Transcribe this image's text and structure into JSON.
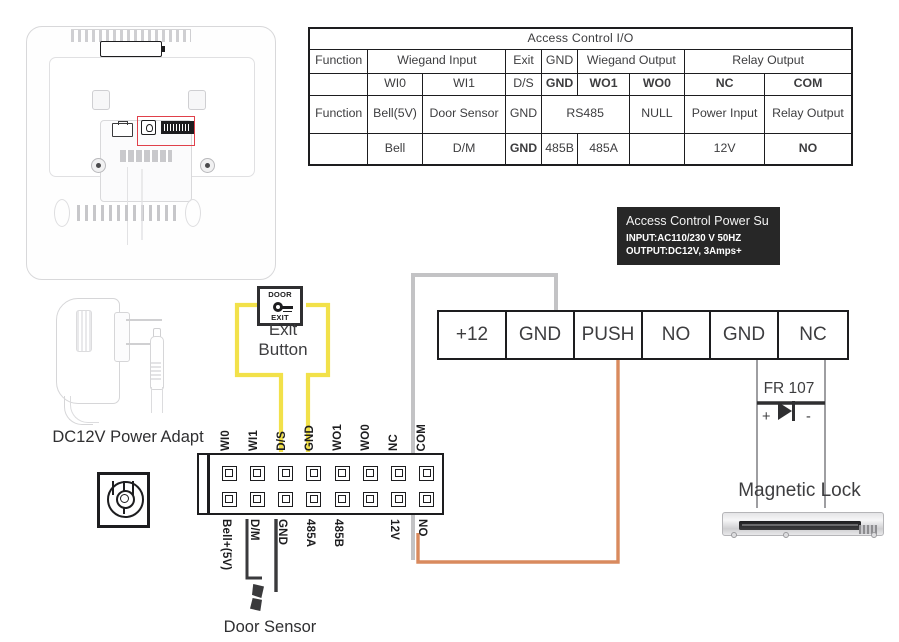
{
  "colors": {
    "wire_gray": "#c3c3c5",
    "wire_yellow": "#f2e14a",
    "wire_orange": "#d98a5e",
    "highlight_red": "#e0404a",
    "psu_bg": "#272727",
    "ink": "#1d1d1f"
  },
  "device": {
    "name": "access-control-device-rear-view",
    "highlight_note": "red-box-around-connector"
  },
  "io_table": {
    "title": "Access Control I/O",
    "rows": [
      {
        "cells": [
          {
            "text": "Function",
            "colspan": 1,
            "rowspan": 1,
            "bold": false
          },
          {
            "text": "Wiegand Input",
            "colspan": 2,
            "rowspan": 1,
            "bold": false
          },
          {
            "text": "Exit",
            "colspan": 1,
            "rowspan": 1,
            "bold": false
          },
          {
            "text": "GND",
            "colspan": 1,
            "rowspan": 1,
            "bold": false
          },
          {
            "text": "Wiegand Output",
            "colspan": 2,
            "rowspan": 1,
            "bold": false
          },
          {
            "text": "Relay Output",
            "colspan": 2,
            "rowspan": 1,
            "bold": false
          }
        ]
      },
      {
        "cells": [
          {
            "text": "",
            "colspan": 1,
            "rowspan": 1,
            "bold": false
          },
          {
            "text": "WI0",
            "colspan": 1,
            "rowspan": 1,
            "bold": false
          },
          {
            "text": "WI1",
            "colspan": 1,
            "rowspan": 1,
            "bold": false
          },
          {
            "text": "D/S",
            "colspan": 1,
            "rowspan": 1,
            "bold": false
          },
          {
            "text": "GND",
            "colspan": 1,
            "rowspan": 1,
            "bold": true
          },
          {
            "text": "WO1",
            "colspan": 1,
            "rowspan": 1,
            "bold": true
          },
          {
            "text": "WO0",
            "colspan": 1,
            "rowspan": 1,
            "bold": true
          },
          {
            "text": "NC",
            "colspan": 1,
            "rowspan": 1,
            "bold": true
          },
          {
            "text": "COM",
            "colspan": 1,
            "rowspan": 1,
            "bold": true
          }
        ]
      },
      {
        "cells": [
          {
            "text": "Function",
            "colspan": 1,
            "rowspan": 1,
            "bold": false
          },
          {
            "text": "Bell(5V)",
            "colspan": 1,
            "rowspan": 1,
            "bold": false
          },
          {
            "text": "Door Sensor",
            "colspan": 1,
            "rowspan": 1,
            "bold": false
          },
          {
            "text": "GND",
            "colspan": 1,
            "rowspan": 1,
            "bold": false
          },
          {
            "text": "RS485",
            "colspan": 2,
            "rowspan": 1,
            "bold": false
          },
          {
            "text": "NULL",
            "colspan": 1,
            "rowspan": 1,
            "bold": false
          },
          {
            "text": "Power Input",
            "colspan": 1,
            "rowspan": 1,
            "bold": false
          },
          {
            "text": "Relay Output",
            "colspan": 1,
            "rowspan": 1,
            "bold": false
          }
        ]
      },
      {
        "cells": [
          {
            "text": "",
            "colspan": 1,
            "rowspan": 1,
            "bold": false
          },
          {
            "text": "Bell",
            "colspan": 1,
            "rowspan": 1,
            "bold": false
          },
          {
            "text": "D/M",
            "colspan": 1,
            "rowspan": 1,
            "bold": false
          },
          {
            "text": "GND",
            "colspan": 1,
            "rowspan": 1,
            "bold": true
          },
          {
            "text": "485B",
            "colspan": 1,
            "rowspan": 1,
            "bold": false
          },
          {
            "text": "485A",
            "colspan": 1,
            "rowspan": 1,
            "bold": false
          },
          {
            "text": "",
            "colspan": 1,
            "rowspan": 1,
            "bold": false
          },
          {
            "text": "12V",
            "colspan": 1,
            "rowspan": 1,
            "bold": false
          },
          {
            "text": "NO",
            "colspan": 1,
            "rowspan": 1,
            "bold": true
          }
        ]
      }
    ]
  },
  "psu": {
    "title": "Access Control Power Su",
    "input": "INPUT:AC110/230 V  50HZ",
    "output": "OUTPUT:DC12V, 3Amps+",
    "terminals": [
      "+12",
      "GND",
      "PUSH",
      "NO",
      "GND",
      "NC"
    ]
  },
  "exit_button": {
    "icon_top": "DOOR",
    "icon_bottom": "EXIT",
    "label_line1": "Exit",
    "label_line2": "Button"
  },
  "terminal_block": {
    "top_labels": [
      "WI0",
      "WI1",
      "D/S",
      "GND",
      "WO1",
      "WO0",
      "NC",
      "COM"
    ],
    "bottom_labels": [
      "Bell+(5V)",
      "D/M",
      "GND",
      "485A",
      "485B",
      "",
      "12V",
      "NO"
    ]
  },
  "adapter": {
    "label": "DC12V Power Adapt"
  },
  "door_sensor": {
    "label": "Door Sensor"
  },
  "diode": {
    "label": "FR 107",
    "anode": "+",
    "cathode": "-"
  },
  "maglock": {
    "label": "Magnetic Lock"
  }
}
